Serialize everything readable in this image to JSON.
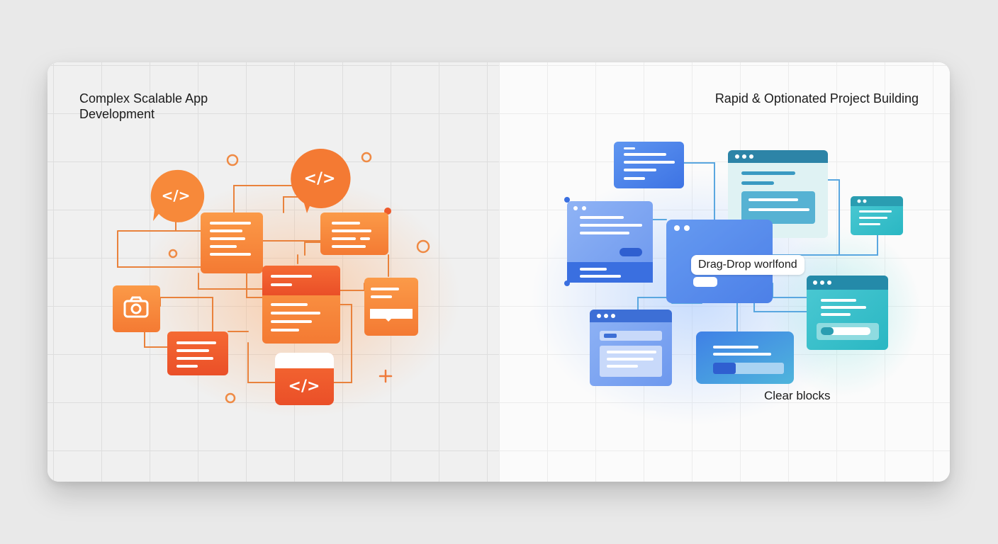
{
  "left_panel": {
    "title": "Complex Scalable App Development",
    "colors": {
      "accent": "#f7893a",
      "deep": "#ee5a2b",
      "line": "#e9823c"
    },
    "icons": [
      "code-bubble-icon",
      "code-bubble-icon",
      "code-window-icon",
      "camera-icon",
      "plus-icon"
    ],
    "code_glyph": "</>"
  },
  "right_panel": {
    "title": "Rapid & Optionated Project Building",
    "drag_drop_label": "Drag-Drop worlfond",
    "blocks_label": "Clear blocks",
    "colors": {
      "blue": "#3f7de8",
      "teal": "#2fc0c8",
      "line": "#5aa7e0"
    }
  }
}
